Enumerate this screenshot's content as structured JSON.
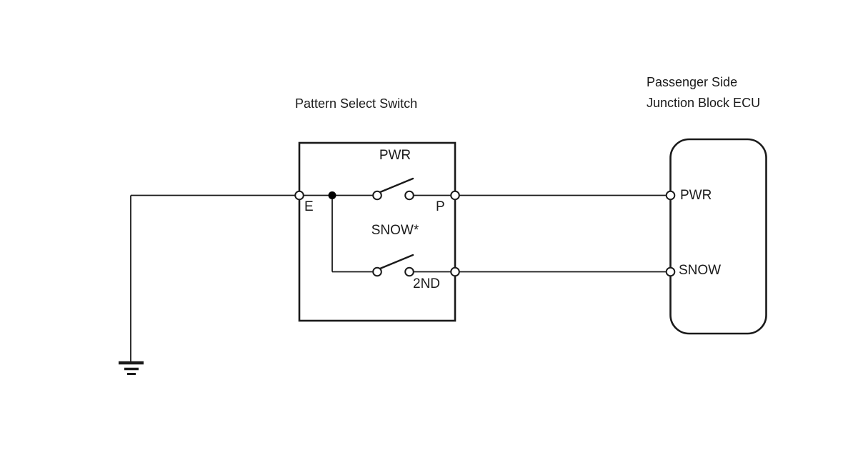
{
  "diagram": {
    "kind": "wiring-schematic",
    "switch_box": {
      "title": "Pattern Select Switch",
      "pwr_switch_label": "PWR",
      "snow_switch_label": "SNOW*",
      "terminal_e": "E",
      "terminal_p": "P",
      "terminal_2nd": "2ND"
    },
    "ecu_box": {
      "title_line1": "Passenger Side",
      "title_line2": "Junction Block ECU",
      "terminal_pwr": "PWR",
      "terminal_snow": "SNOW"
    },
    "circuit": {
      "ground_symbol": "chassis-ground",
      "switches": [
        {
          "name": "PWR",
          "between": [
            "E",
            "P"
          ],
          "state": "open"
        },
        {
          "name": "SNOW*",
          "between": [
            "E",
            "2ND"
          ],
          "state": "open"
        }
      ],
      "wires": [
        {
          "from": "ground",
          "to": "switch.E"
        },
        {
          "from": "switch.P",
          "to": "ecu.PWR"
        },
        {
          "from": "switch.2ND",
          "to": "ecu.SNOW"
        }
      ]
    },
    "colors": {
      "line": "#1a1a1a",
      "background": "#ffffff",
      "terminal_fill": "#ffffff",
      "junction_fill": "#000000"
    }
  }
}
